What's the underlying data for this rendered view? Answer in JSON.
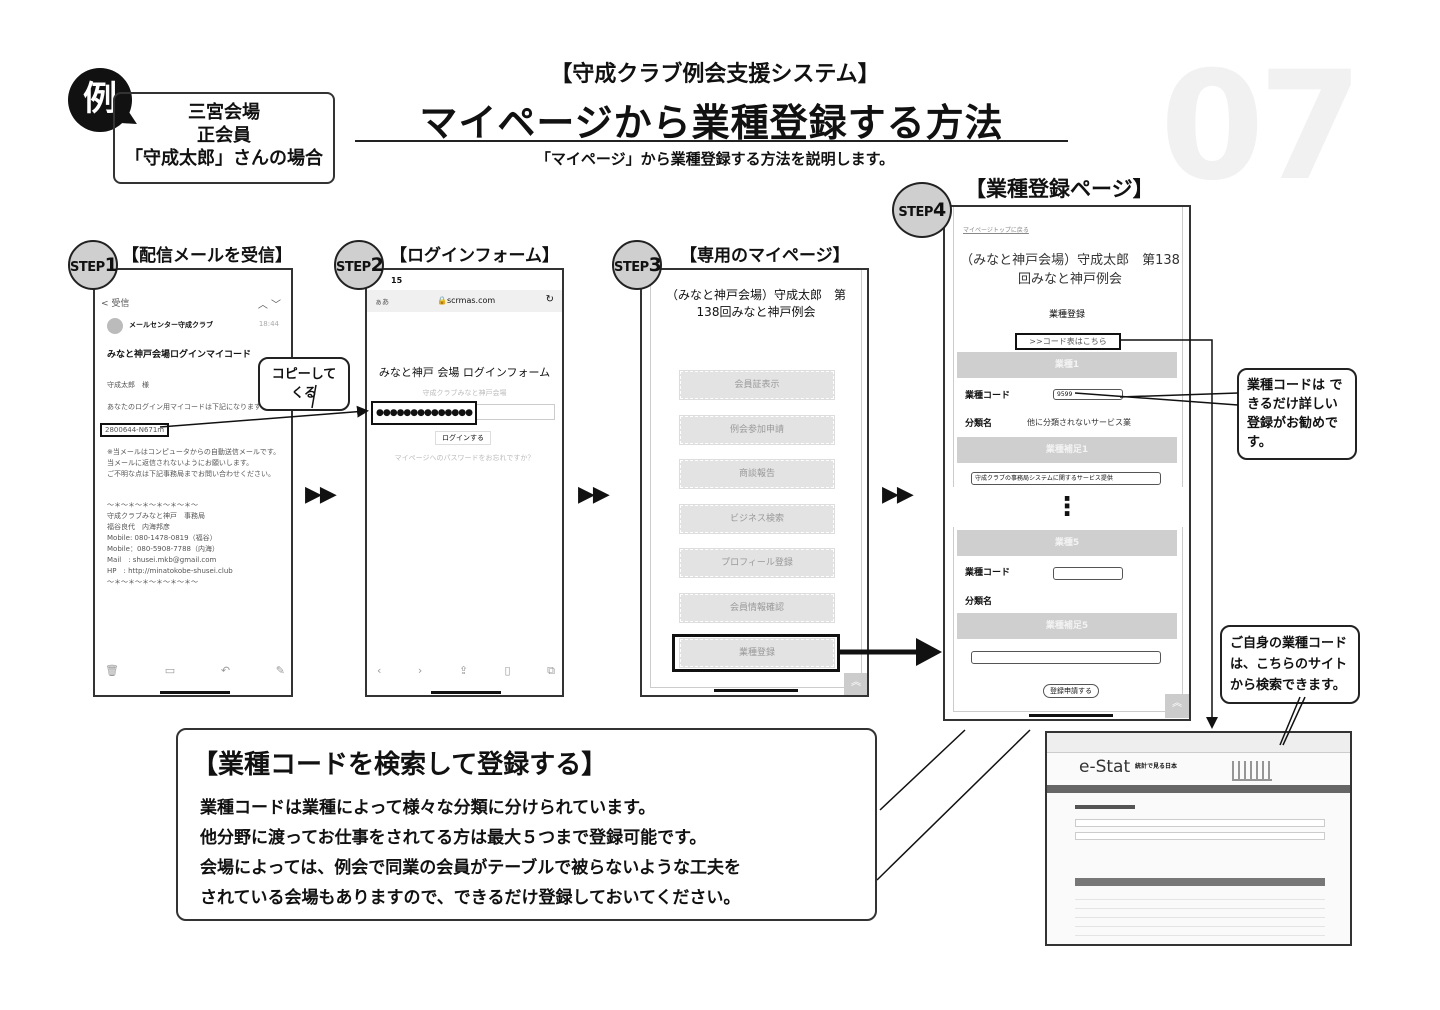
{
  "header": {
    "example_mark": "例",
    "case_lines": [
      "三宮会場",
      "正会員",
      "「守成太郎」さんの場合"
    ],
    "system": "【守成クラブ例会支援システム】",
    "title": "マイページから業種登録する方法",
    "subtitle": "「マイページ」から業種登録する方法を説明します。",
    "watermark": "07"
  },
  "arrows": "▶▶",
  "step1": {
    "badge": "STEP",
    "num": "1",
    "label": "【配信メールを受信】",
    "back": "< 受信",
    "sender": "メールセンター守成クラブ",
    "time": "18:44",
    "subject": "みなと神戸会場ログインマイコード",
    "to": "守成太郎　様",
    "intro": "あなたのログイン用マイコードは下記になります",
    "code": "2800644-N671m",
    "notes": [
      "※当メールはコンピュータからの自動送信メールです。",
      "当メールに返信されないようにお願いします。",
      "ご不明な点は下記事務局までお問い合わせください。"
    ],
    "signature": [
      "〜＊〜＊〜＊〜＊〜＊〜＊〜",
      "守成クラブみなと神戸　事務局",
      "福谷良代　内海邦彦",
      "Mobile: 080-1478-0819（福谷）",
      "Mobile：080-5908-7788（内海）",
      "Mail　: shusei.mkb@gmail.com",
      "HP　: http://minatokobe-shusei.club",
      "〜＊〜＊〜＊〜＊〜＊〜＊〜"
    ],
    "callout": "コピーしてくる"
  },
  "step2": {
    "badge": "STEP",
    "num": "2",
    "label": "【ログインフォーム】",
    "time": "15",
    "aa": "ぁあ",
    "url": "scrmas.com",
    "form_title": "みなと神戸 会場 ログインフォーム",
    "venue": "守成クラブみなと神戸会場",
    "password": "●●●●●●●●●●●●●●",
    "login": "ログインする",
    "forgot": "マイページへのパスワードをお忘れですか？"
  },
  "step3": {
    "badge": "STEP",
    "num": "3",
    "label": "【専用のマイページ】",
    "heading": "（みなと神戸会場）守成太郎　第138回みなと神戸例会",
    "menu": [
      "会員証表示",
      "例会参加申請",
      "商談報告",
      "ビジネス検索",
      "プロフィール登録",
      "会員情報確認",
      "業種登録"
    ]
  },
  "step4": {
    "badge": "STEP",
    "num": "4",
    "label": "【業種登録ページ】",
    "back_link": "マイページトップに戻る",
    "heading": "（みなと神戸会場）守成太郎　第138回みなと神戸例会",
    "page_name": "業種登録",
    "code_link": ">>コード表はこちら",
    "section1": "業種1",
    "code_label": "業種コード",
    "code_value": "9599",
    "class_label": "分類名",
    "class_value": "他に分類されないサービス業",
    "supp1": "業種補足1",
    "supp1_value": "守成クラブの事務局システムに関するサービス提供",
    "dots": "⋮",
    "section5": "業種5",
    "supp5": "業種補足5",
    "submit": "登録申請する",
    "callout": "業種コードは できるだけ詳しい 登録がお勧めです。"
  },
  "estat": {
    "logo": "e-Stat",
    "tagline": "統計で見る日本",
    "callout": "ご自身の業種コードは、こちらのサイトから検索できます。"
  },
  "bottom": {
    "title": "【業種コードを検索して登録する】",
    "lines": [
      "業種コードは業種によって様々な分類に分けられています。",
      "他分野に渡ってお仕事をされてる方は最大５つまで登録可能です。",
      "会場によっては、例会で同業の会員がテーブルで被らないような工夫を",
      "されている会場もありますので、できるだけ登録しておいてください。"
    ]
  }
}
